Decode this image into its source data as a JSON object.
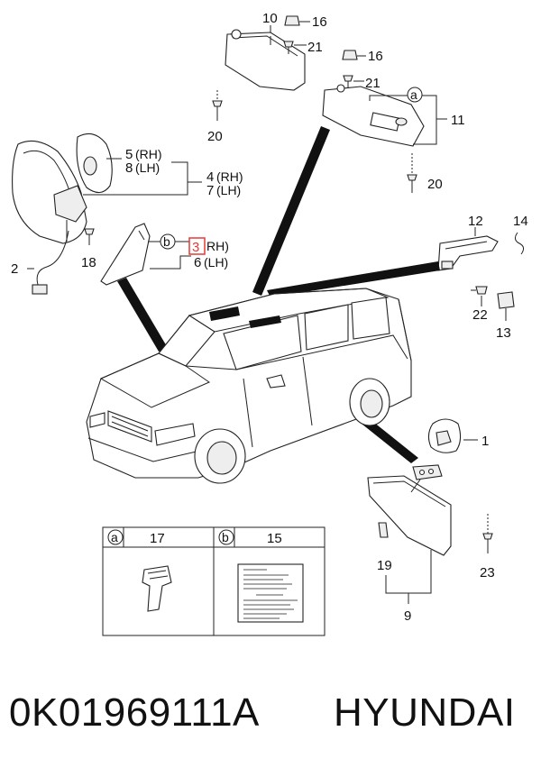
{
  "diagram": {
    "callouts": {
      "c1": "1",
      "c2": "2",
      "c9": "9",
      "c10": "10",
      "c11": "11",
      "c12": "12",
      "c13": "13",
      "c14": "14",
      "c16a": "16",
      "c16b": "16",
      "c18": "18",
      "c19": "19",
      "c20a": "20",
      "c20b": "20",
      "c21a": "21",
      "c21b": "21",
      "c22": "22",
      "c23": "23"
    },
    "mirror_outer": {
      "n5": "5",
      "rh5": "(RH)",
      "n8": "8",
      "lh8": "(LH)",
      "n4": "4",
      "rh4": "(RH)",
      "n7": "7",
      "lh7": "(LH)"
    },
    "mirror_inner": {
      "marker": "b",
      "n3": "3",
      "rh3": "RH)",
      "n6": "6",
      "lh6": "(LH)"
    },
    "sunvisor": {
      "marker": "a"
    },
    "legend": [
      {
        "marker": "a",
        "number": "17"
      },
      {
        "marker": "b",
        "number": "15"
      }
    ],
    "highlight_color": "#e53935"
  },
  "footer": {
    "part_number": "0K01969111A",
    "brand": "HYUNDAI"
  }
}
